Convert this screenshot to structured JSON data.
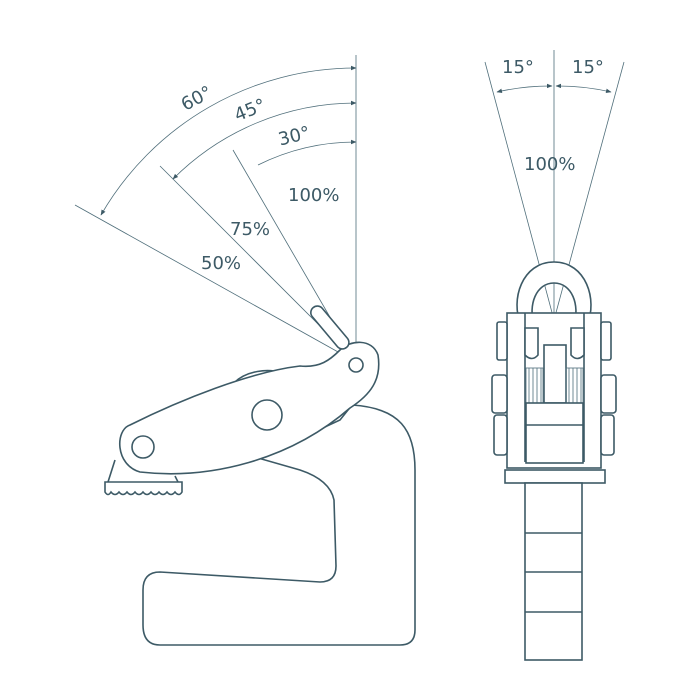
{
  "side_view": {
    "angles": [
      "60°",
      "45°",
      "30°"
    ],
    "capacities": [
      "100%",
      "75%",
      "50%"
    ]
  },
  "front_view": {
    "angle_left": "15°",
    "angle_right": "15°",
    "capacity": "100%"
  },
  "colors": {
    "line": "#3d5a66"
  }
}
